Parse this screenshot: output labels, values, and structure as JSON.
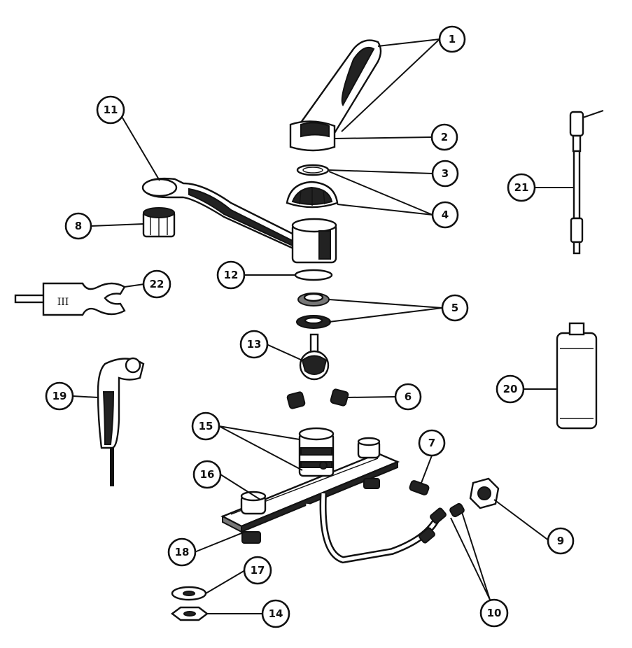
{
  "diagram": {
    "callouts": [
      {
        "id": "c1",
        "label": "1"
      },
      {
        "id": "c2",
        "label": "2"
      },
      {
        "id": "c3",
        "label": "3"
      },
      {
        "id": "c4",
        "label": "4"
      },
      {
        "id": "c5",
        "label": "5"
      },
      {
        "id": "c6",
        "label": "6"
      },
      {
        "id": "c7",
        "label": "7"
      },
      {
        "id": "c8",
        "label": "8"
      },
      {
        "id": "c9",
        "label": "9"
      },
      {
        "id": "c10",
        "label": "10"
      },
      {
        "id": "c11",
        "label": "11"
      },
      {
        "id": "c12",
        "label": "12"
      },
      {
        "id": "c13",
        "label": "13"
      },
      {
        "id": "c14",
        "label": "14"
      },
      {
        "id": "c15",
        "label": "15"
      },
      {
        "id": "c16",
        "label": "16"
      },
      {
        "id": "c17",
        "label": "17"
      },
      {
        "id": "c18",
        "label": "18"
      },
      {
        "id": "c19",
        "label": "19"
      },
      {
        "id": "c20",
        "label": "20"
      },
      {
        "id": "c21",
        "label": "21"
      },
      {
        "id": "c22",
        "label": "22"
      }
    ],
    "wrench_marking": "III"
  }
}
